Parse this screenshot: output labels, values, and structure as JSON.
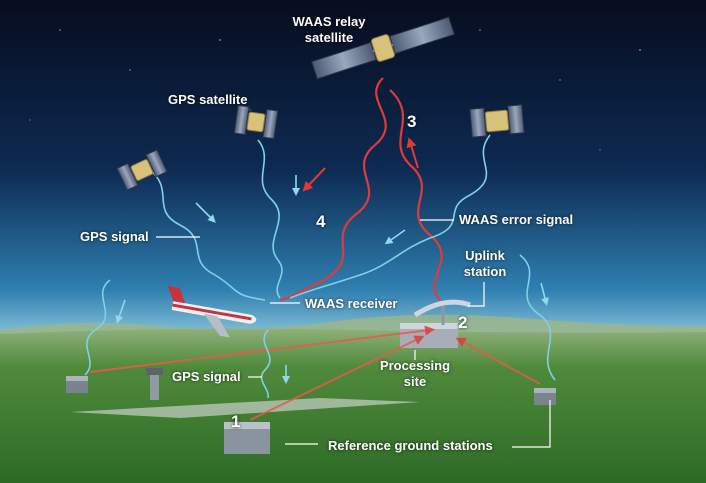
{
  "labels": {
    "waas_relay_satellite_line1": "WAAS relay",
    "waas_relay_satellite_line2": "satellite",
    "gps_satellite": "GPS satellite",
    "gps_signal_upper": "GPS signal",
    "waas_error_signal": "WAAS error signal",
    "uplink_station_line1": "Uplink",
    "uplink_station_line2": "station",
    "waas_receiver": "WAAS receiver",
    "processing_site_line1": "Processing",
    "processing_site_line2": "site",
    "gps_signal_lower": "GPS signal",
    "reference_ground_stations": "Reference ground stations"
  },
  "steps": [
    "1",
    "2",
    "3",
    "4"
  ],
  "colors": {
    "gps_signal": "#7fd0e8",
    "waas_signal": "#e03a3a",
    "label_text": "#ffffff"
  }
}
